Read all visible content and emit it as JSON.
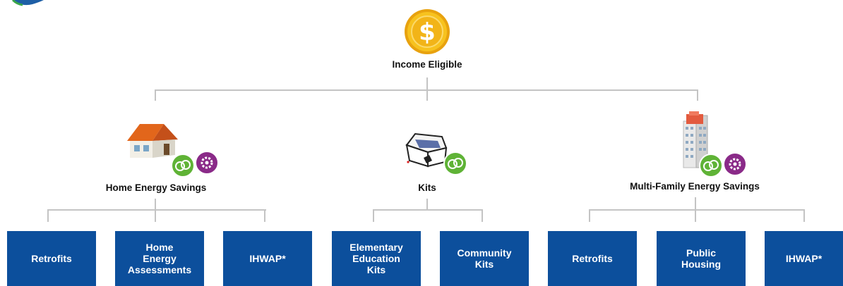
{
  "colors": {
    "box": "#0c4f9c",
    "connector": "#c4c4c4",
    "badge_green": "#5fb336",
    "badge_purple": "#8a2a88",
    "coin": "#f2b418"
  },
  "root": {
    "label": "Income Eligible",
    "icon": "dollar-coin-icon"
  },
  "programs": [
    {
      "label": "Home Energy Savings",
      "icon": "house-icon",
      "badges": [
        "green-link-badge-icon",
        "purple-gear-badge-icon"
      ]
    },
    {
      "label": "Kits",
      "icon": "open-box-icon",
      "badges": [
        "green-link-badge-icon"
      ]
    },
    {
      "label": "Multi-Family Energy Savings",
      "icon": "apartment-building-icon",
      "badges": [
        "green-link-badge-icon",
        "purple-gear-badge-icon"
      ]
    }
  ],
  "subprograms": [
    {
      "label": "Retrofits"
    },
    {
      "label": "Home\nEnergy\nAssessments"
    },
    {
      "label": "IHWAP*"
    },
    {
      "label": "Elementary\nEducation\nKits"
    },
    {
      "label": "Community\nKits"
    },
    {
      "label": "Retrofits"
    },
    {
      "label": "Public\nHousing"
    },
    {
      "label": "IHWAP*"
    }
  ]
}
